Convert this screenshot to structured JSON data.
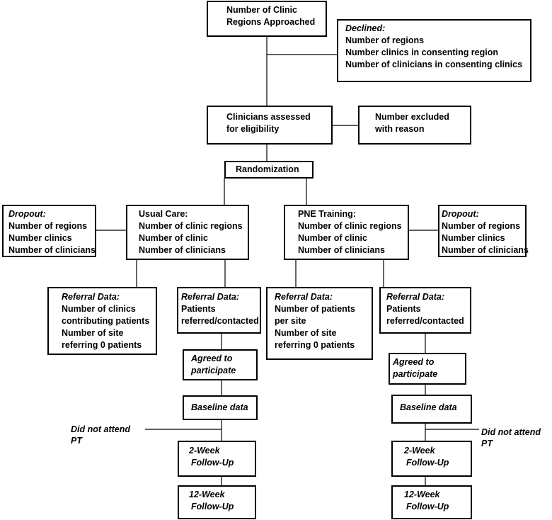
{
  "nodes": {
    "approached": {
      "lines": [
        "Number of Clinic",
        "Regions Approached"
      ]
    },
    "declined": {
      "title": "Declined:",
      "lines": [
        "Number of regions",
        "Number clinics in consenting region",
        "Number of clinicians in consenting clinics"
      ]
    },
    "assessed": {
      "lines": [
        "Clinicians assessed",
        "for eligibility"
      ]
    },
    "excluded": {
      "lines": [
        "Number excluded",
        "with reason"
      ]
    },
    "randomization": {
      "lines": [
        "Randomization"
      ]
    },
    "dropout_left": {
      "title": "Dropout:",
      "lines": [
        "Number of regions",
        "Number clinics",
        "Number of clinicians"
      ]
    },
    "usual_care": {
      "lines": [
        "Usual Care:",
        "Number of clinic regions",
        "Number of clinic",
        "Number of clinicians"
      ]
    },
    "pne_training": {
      "lines": [
        "PNE Training:",
        "Number of clinic regions",
        "Number of clinic",
        "Number of clinicians"
      ]
    },
    "dropout_right": {
      "title": "Dropout:",
      "lines": [
        "Number of regions",
        "Number clinics",
        "Number of clinicians"
      ]
    },
    "referral_uc_clinics": {
      "title": "Referral Data:",
      "lines": [
        "Number of clinics",
        "contributing patients",
        "Number of site",
        "referring 0 patients"
      ]
    },
    "referral_uc_patients": {
      "title": "Referral Data:",
      "lines": [
        "Patients",
        "referred/contacted"
      ]
    },
    "referral_pne_patients_site": {
      "title": "Referral Data:",
      "lines": [
        "Number of patients",
        "per site",
        "Number of site",
        "referring 0 patients"
      ]
    },
    "referral_pne_patients": {
      "title": "Referral Data:",
      "lines": [
        "Patients",
        "referred/contacted"
      ]
    },
    "agreed_left": {
      "lines": [
        "Agreed to",
        "participate"
      ]
    },
    "agreed_right": {
      "lines": [
        "Agreed to",
        "participate"
      ]
    },
    "baseline_left": {
      "lines": [
        "Baseline data"
      ]
    },
    "baseline_right": {
      "lines": [
        "Baseline data"
      ]
    },
    "dna_left": {
      "lines": [
        "Did not attend",
        "PT"
      ]
    },
    "dna_right": {
      "lines": [
        "Did not attend",
        "PT"
      ]
    },
    "wk2_left": {
      "lines": [
        "2-Week",
        "Follow-Up"
      ]
    },
    "wk2_right": {
      "lines": [
        "2-Week",
        "Follow-Up"
      ]
    },
    "wk12_left": {
      "lines": [
        "12-Week",
        "Follow-Up"
      ]
    },
    "wk12_right": {
      "lines": [
        "12-Week",
        "Follow-Up"
      ]
    }
  }
}
